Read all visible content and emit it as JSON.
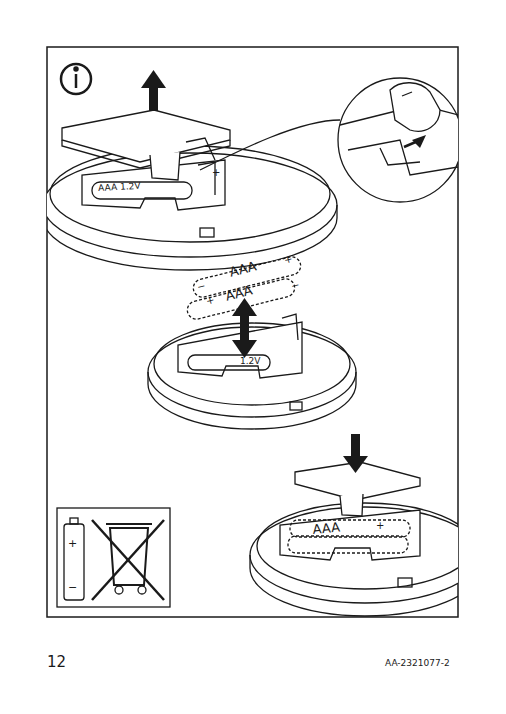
{
  "diagram": {
    "labels": [
      "AAA 1.2V",
      "+",
      "AAA",
      "+",
      "−",
      "AAA",
      "+",
      "−",
      "1.2V",
      "AAA",
      "+",
      "+",
      "−",
      "12",
      "AA-2321077-2"
    ]
  }
}
